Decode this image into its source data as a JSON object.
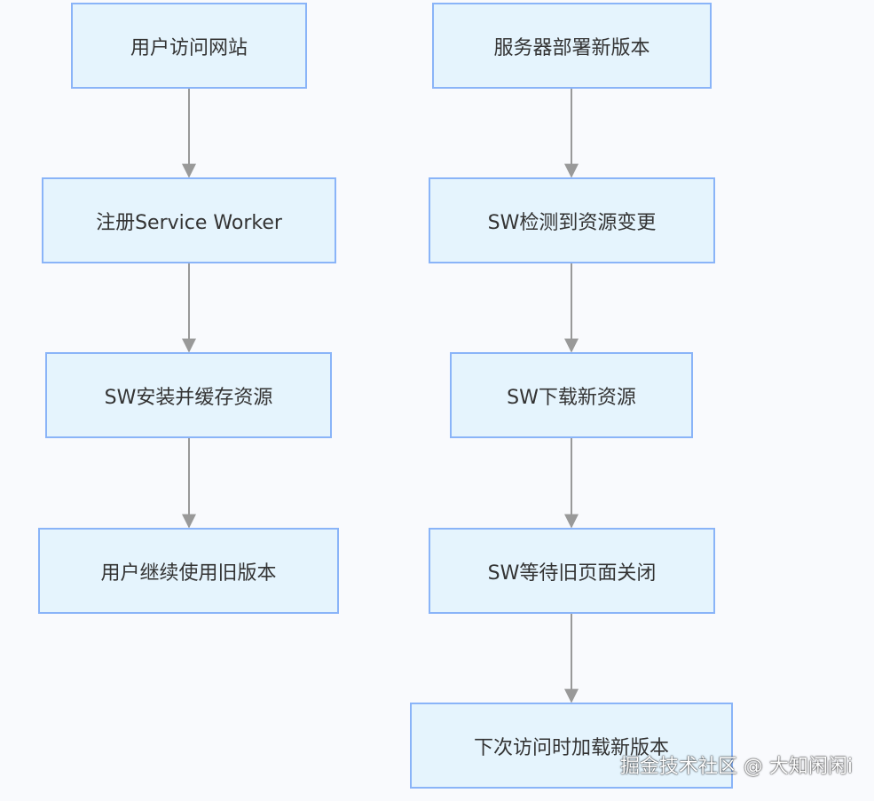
{
  "diagram": {
    "left_flow": {
      "nodes": [
        "用户访问网站",
        "注册Service Worker",
        "SW安装并缓存资源",
        "用户继续使用旧版本"
      ]
    },
    "right_flow": {
      "nodes": [
        "服务器部署新版本",
        "SW检测到资源变更",
        "SW下载新资源",
        "SW等待旧页面关闭",
        "下次访问时加载新版本"
      ]
    }
  },
  "watermark": "掘金技术社区 @ 大知闲闲i",
  "colors": {
    "background": "#f9fafd",
    "node_fill": "#e5f4fd",
    "node_border": "#8ab4f8",
    "arrow": "#999999",
    "text": "#333333"
  }
}
